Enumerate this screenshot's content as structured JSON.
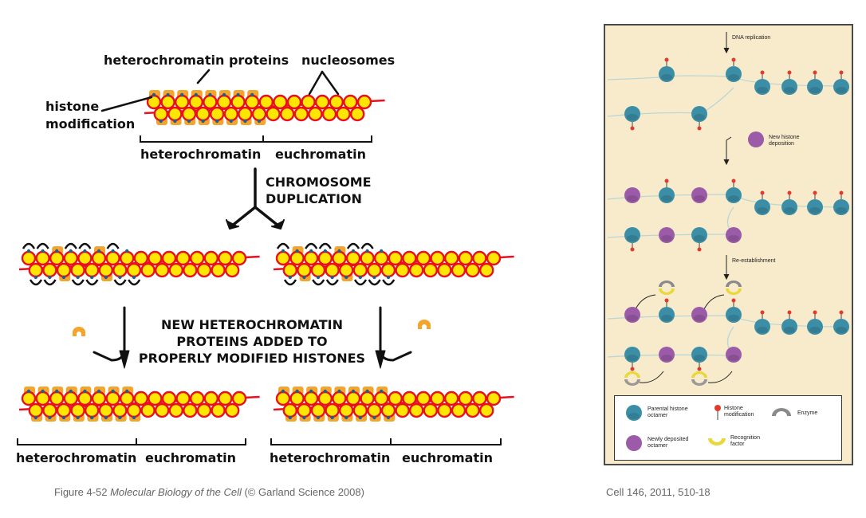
{
  "left_figure": {
    "labels": {
      "heterochromatin_proteins": "heterochromatin proteins",
      "nucleosomes": "nucleosomes",
      "histone_modification": "histone\nmodification",
      "heterochromatin": "heterochromatin",
      "euchromatin": "euchromatin",
      "chromosome_duplication": "CHROMOSOME\nDUPLICATION",
      "new_proteins": "NEW HETEROCHROMATIN\nPROTEINS ADDED TO\nPROPERLY MODIFIED HISTONES"
    },
    "caption": {
      "prefix": "Figure 4-52 ",
      "title": "Molecular Biology of the Cell",
      "suffix": " (© Garland Science 2008)"
    },
    "colors": {
      "nucleosome_fill": "#ffe600",
      "nucleosome_ring": "#e8101e",
      "protein": "#f4a52c",
      "modification": "#1f5f8c"
    }
  },
  "right_figure": {
    "labels": {
      "dna_replication": "DNA replication",
      "new_histone_deposition": "New histone\ndeposition",
      "re_establishment": "Re-establishment"
    },
    "legend": {
      "parental": "Parental histone\noctamer",
      "histone_mod": "Histone\nmodification",
      "enzyme": "Enzyme",
      "newly": "Newly deposited\noctamer",
      "recognition": "Recognition\nfactor"
    },
    "caption": "Cell 146,  2011, 510-18",
    "colors": {
      "background": "#f8ebcc",
      "parental": "#3b8ea5",
      "newly": "#9b5ba8",
      "mark": "#e23b2e",
      "enzyme": "#8a8a8a",
      "recognition": "#e8d83a"
    }
  }
}
